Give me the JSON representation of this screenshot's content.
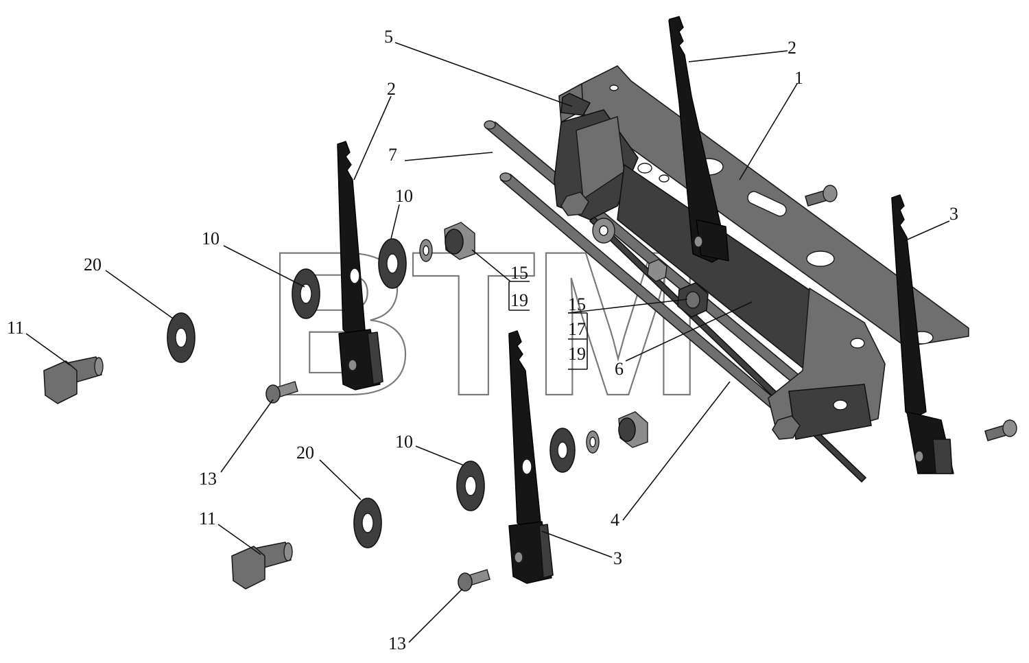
{
  "watermark": {
    "text": "BTM",
    "registered_mark": "®"
  },
  "callouts": {
    "c1": "1",
    "c2_top": "2",
    "c2_left": "2",
    "c3_right": "3",
    "c3_bottom": "3",
    "c4": "4",
    "c5": "5",
    "c6": "6",
    "c7": "7",
    "c10_a": "10",
    "c10_b": "10",
    "c10_c": "10",
    "c11_a": "11",
    "c11_b": "11",
    "c13_a": "13",
    "c13_b": "13",
    "c20_a": "20",
    "c20_b": "20",
    "stack_a": [
      "15",
      "19"
    ],
    "stack_b": [
      "15",
      "17",
      "19"
    ]
  }
}
